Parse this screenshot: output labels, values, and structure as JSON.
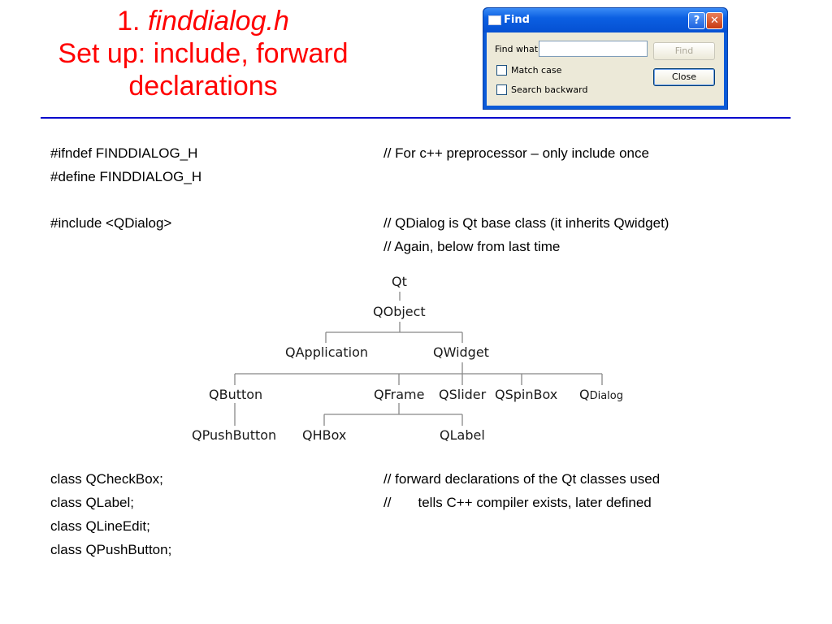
{
  "title": {
    "number": "1.",
    "filename": "finddialog.h",
    "line2": "Set up: include, forward",
    "line3": "declarations"
  },
  "dialog": {
    "title": "Find",
    "help_label": "?",
    "close_label": "✕",
    "find_what_label": "Find what",
    "find_what_value": "",
    "match_case_label": "Match case",
    "search_backward_label": "Search backward",
    "find_button": "Find",
    "close_button": "Close"
  },
  "code": {
    "ifndef": "#ifndef FINDDIALOG_H",
    "ifndef_comment": "// For c++ preprocessor – only include once",
    "define": "#define FINDDIALOG_H",
    "include": "#include <QDialog>",
    "include_comment": "// QDialog is Qt base class (it inherits Qwidget)",
    "again_comment": "// Again, below from last time",
    "classes": [
      "class QCheckBox;",
      "class QLabel;",
      "class QLineEdit;",
      "class QPushButton;"
    ],
    "forward_comment_1": "// forward declarations of the Qt classes used",
    "forward_comment_2": "//       tells C++ compiler exists, later defined"
  },
  "diagram": {
    "qt": "Qt",
    "qobject": "QObject",
    "qapplication": "QApplication",
    "qwidget": "QWidget",
    "qbutton": "QButton",
    "qframe": "QFrame",
    "qslider": "QSlider",
    "qspinbox": "QSpinBox",
    "qdialog_q": "Q",
    "qdialog_rest": "Dialog",
    "qpushbutton": "QPushButton",
    "qhbox": "QHBox",
    "qlabel": "QLabel"
  },
  "colors": {
    "title": "#ff0000",
    "rule": "#0000cc"
  }
}
